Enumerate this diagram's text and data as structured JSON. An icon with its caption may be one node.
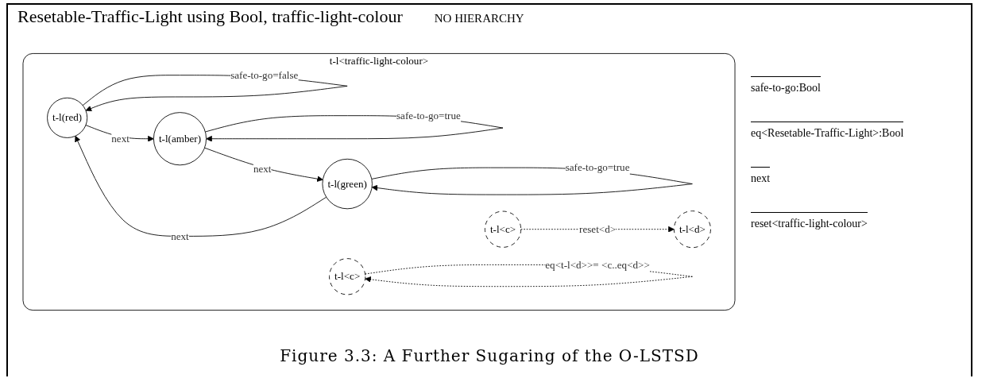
{
  "diagram": {
    "title": "Resetable-Traffic-Light using Bool, traffic-light-colour",
    "caption": "Figure 3.3: A Further Sugaring of the O-LSTSD",
    "nodes": [
      {
        "text": [
          "t-l<traffic-light-colour>"
        ]
      },
      {
        "text": [
          "t-l(red)"
        ],
        "in": 0
      },
      {
        "text": [
          "t-l(amber)"
        ],
        "in": 0
      },
      {
        "text": [
          "t-l(green)"
        ],
        "in": 0
      },
      {
        "text": [
          "t-l<c>"
        ],
        "in": 0
      },
      {
        "text": [
          "t-l<d>"
        ],
        "in": 0
      },
      {
        "text": [
          "t-l<c>"
        ],
        "in": 0
      }
    ],
    "edges": [
      {
        "from": 1,
        "to": 1,
        "arrow": "to",
        "label": "safe-to-go=false"
      },
      {
        "from": 1,
        "to": 2,
        "arrow": "to",
        "label": "next"
      },
      {
        "from": 2,
        "to": 2,
        "arrow": "to",
        "label": "safe-to-go=true"
      },
      {
        "from": 2,
        "to": 3,
        "arrow": "to",
        "label": "next"
      },
      {
        "from": 3,
        "to": 1,
        "arrow": "to",
        "label": "next"
      },
      {
        "from": 3,
        "to": 3,
        "arrow": "to",
        "label": "safe-to-go=true"
      },
      {
        "from": 4,
        "to": 5,
        "arrow": "to",
        "label": "reset<d>",
        "style": "dashed"
      },
      {
        "from": 6,
        "to": 6,
        "arrow": "to",
        "label": "eq<t-l<d>>= <c..eq<d>>",
        "style": "dashed"
      }
    ],
    "labels": [
      "NO HIERARCHY",
      "safe-to-go:Bool",
      "eq<Resetable-Traffic-Light>:Bool",
      "next",
      "reset<traffic-light-colour>"
    ]
  }
}
